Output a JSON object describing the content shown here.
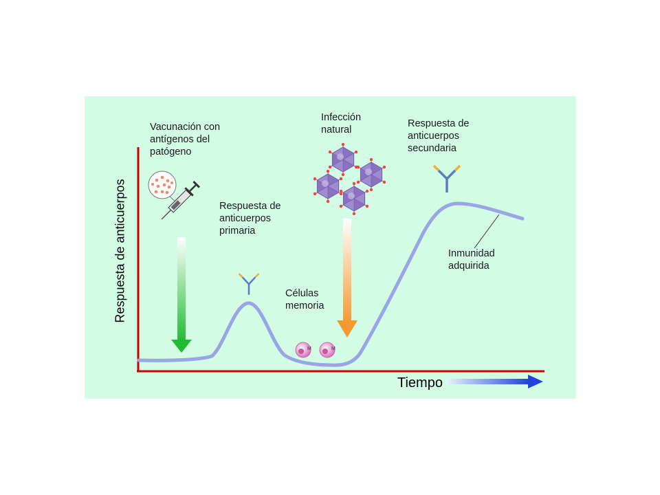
{
  "axes": {
    "y_label": "Respuesta de anticuerpos",
    "x_label": "Tiempo"
  },
  "annotations": {
    "vaccination": [
      "Vacunación con",
      "antígenos del",
      "patógeno"
    ],
    "primary_response": [
      "Respuesta de",
      "anticuerpos",
      "primaria"
    ],
    "memory_cells": [
      "Células",
      "memoria"
    ],
    "natural_infection": [
      "Infección",
      "natural"
    ],
    "secondary_response": [
      "Respuesta de",
      "anticuerpos",
      "secundaria"
    ],
    "acquired_immunity": [
      "Inmunidad",
      "adquirida"
    ]
  },
  "memory_cell_mark": "M",
  "colors": {
    "panel_bg": "#d3fce5",
    "axis": "#cc0000",
    "curve": "#99a6e6",
    "vaccination_arrow": "#22bb33",
    "infection_arrow": "#f59a33",
    "time_arrow": "#2244dd",
    "virus": "#a08ad0",
    "memory_cell": "#e9a8d6"
  },
  "icons": [
    "syringe-icon",
    "antibody-icon",
    "virus-icon",
    "memory-cell-icon"
  ]
}
